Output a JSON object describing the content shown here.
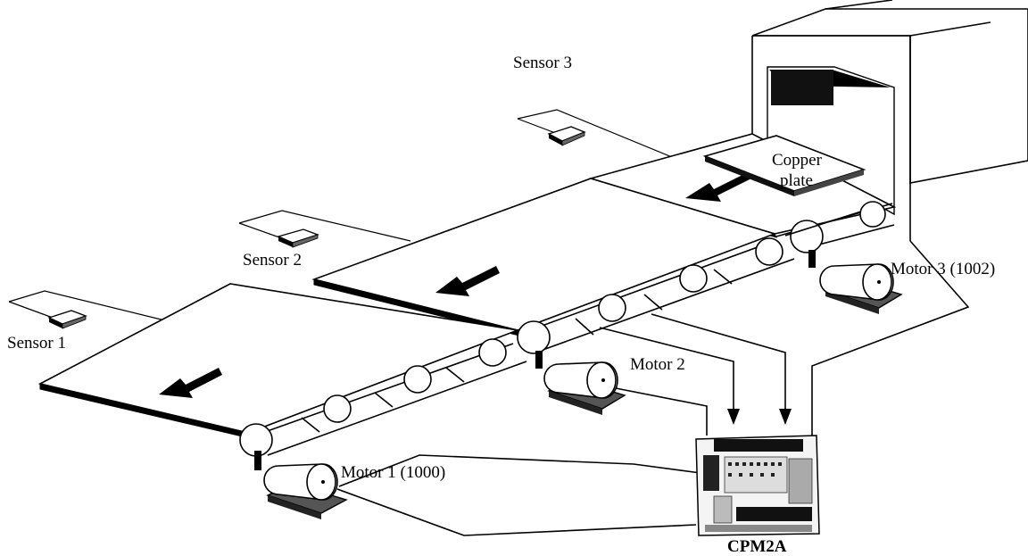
{
  "labels": {
    "sensor1": "Sensor 1",
    "sensor2": "Sensor 2",
    "sensor3": "Sensor 3",
    "motor1": "Motor 1 (1000)",
    "motor2": "Motor 2",
    "motor3": "Motor 3 (1002)",
    "copper_line1": "Copper",
    "copper_line2": "plate",
    "controller": "CPM2A"
  },
  "colors": {
    "line": "#000000",
    "background": "#ffffff"
  }
}
